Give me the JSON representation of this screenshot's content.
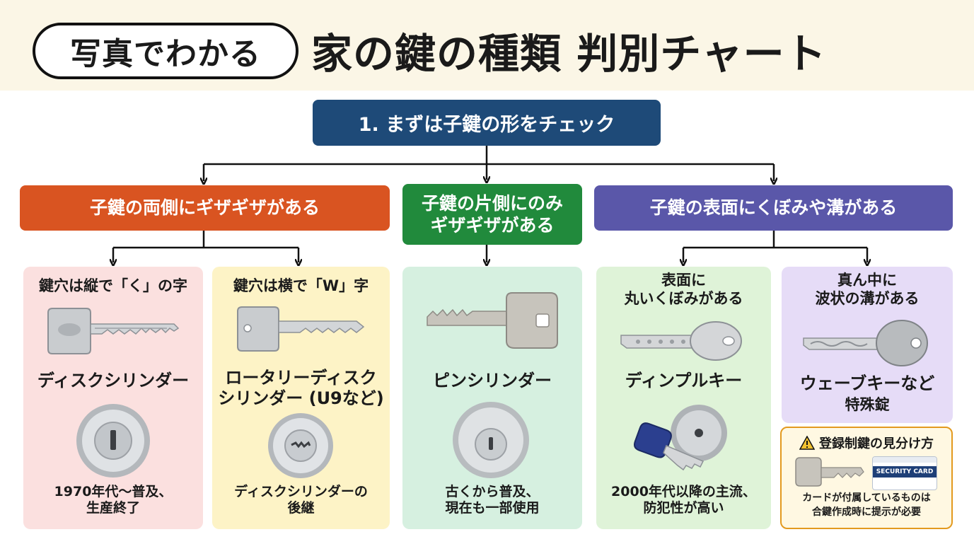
{
  "header": {
    "badge": "写真でわかる",
    "title": "家の鍵の種類 判別チャート"
  },
  "step1": "1. まずは子鍵の形をチェック",
  "categories": {
    "red": "子鍵の両側にギザギザがある",
    "green": [
      "子鍵の片側にのみ",
      "ギザギザがある"
    ],
    "purple": "子鍵の表面にくぼみや溝がある"
  },
  "colors": {
    "header_bg": "#fbf6e6",
    "step_blue": "#1e4a78",
    "red": "#d95421",
    "green": "#218a3c",
    "purple": "#5a57a9",
    "warning": "#e39a1f"
  },
  "types": [
    {
      "condition": [
        "鍵穴は縦で「く」の字"
      ],
      "name": [
        "ディスクシリンダー"
      ],
      "note": [
        "1970年代～普及、",
        "生産終了"
      ]
    },
    {
      "condition": [
        "鍵穴は横で「W」字"
      ],
      "name": [
        "ロータリーディスク",
        "シリンダー (U9など)"
      ],
      "note": [
        "ディスクシリンダーの",
        "後継"
      ]
    },
    {
      "condition": [],
      "name": [
        "ピンシリンダー"
      ],
      "note": [
        "古くから普及、",
        "現在も一部使用"
      ]
    },
    {
      "condition": [
        "表面に",
        "丸いくぼみがある"
      ],
      "name": [
        "ディンプルキー"
      ],
      "note": [
        "2000年代以降の主流、",
        "防犯性が高い"
      ]
    },
    {
      "condition": [
        "真ん中に",
        "波状の溝がある"
      ],
      "name": [
        "ウェーブキーなど",
        "特殊錠"
      ],
      "note": []
    }
  ],
  "special": {
    "icon": "warning-icon",
    "title": "登録制鍵の見分け方",
    "card_label": "SECURITY CARD",
    "note": [
      "カードが付属しているものは",
      "合鍵作成時に提示が必要"
    ]
  }
}
